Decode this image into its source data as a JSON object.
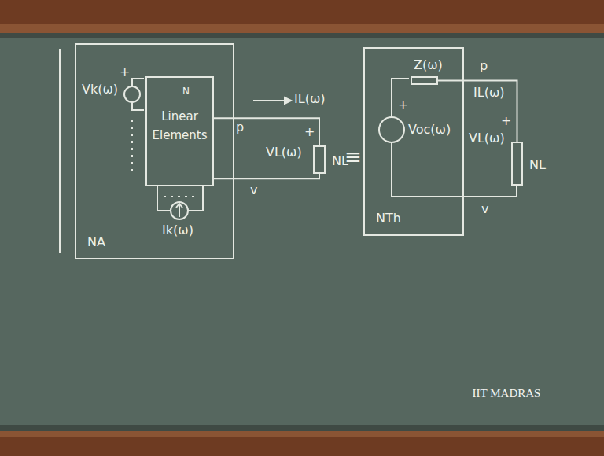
{
  "diagram": {
    "nodes": [
      {
        "text": [
          "NA"
        ]
      },
      {
        "text": [
          "N",
          "Linear Elements"
        ],
        "in": 0
      },
      {
        "text": [
          "NL"
        ]
      },
      {
        "text": [
          "NTh"
        ]
      },
      {
        "text": [
          "Z(ω)"
        ],
        "in": 3
      },
      {
        "text": [
          "NL"
        ]
      }
    ],
    "edges": [
      {
        "from": 1,
        "to": 2,
        "arrow": "none"
      },
      {
        "from": 1,
        "to": 2,
        "arrow": "none"
      },
      {
        "from": 4,
        "to": 5,
        "arrow": "none"
      }
    ],
    "labels": [
      "Vk(ω)",
      "+",
      "Ik(ω)",
      "IL(ω)",
      "p",
      "+",
      "VL(ω)",
      "v",
      "≡",
      "+",
      "Voc(ω)",
      "p",
      "IL(ω)",
      "+",
      "VL(ω)",
      "v",
      "IIT MADRAS"
    ]
  }
}
